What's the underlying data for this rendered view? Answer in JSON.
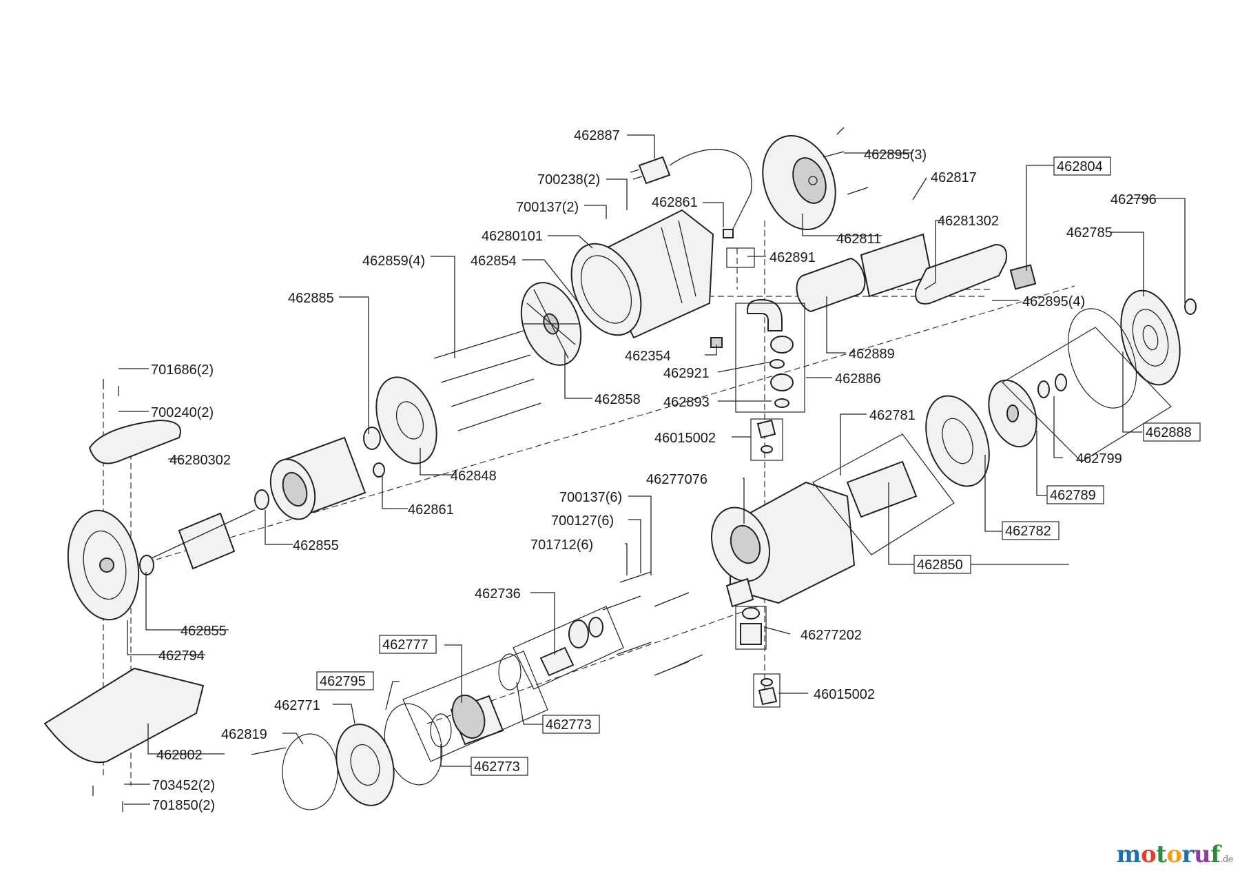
{
  "labels": {
    "l462887": "462887",
    "l462895_3": "462895(3)",
    "l700238_2": "700238(2)",
    "l462817": "462817",
    "l462804": "462804",
    "l700137_2": "700137(2)",
    "l462861_top": "462861",
    "l46281302": "46281302",
    "l462796": "462796",
    "l46280101": "46280101",
    "l462811": "462811",
    "l462785": "462785",
    "l462859_4": "462859(4)",
    "l462854": "462854",
    "l462891": "462891",
    "l462895_4": "462895(4)",
    "l462885": "462885",
    "l462354": "462354",
    "l462889": "462889",
    "l462921": "462921",
    "l462886": "462886",
    "l701686_2": "701686(2)",
    "l462858": "462858",
    "l462893": "462893",
    "l700240_2": "700240(2)",
    "l462781": "462781",
    "l462888": "462888",
    "l46015002_top": "46015002",
    "l46280302": "46280302",
    "l462799": "462799",
    "l462848": "462848",
    "l46277076": "46277076",
    "l700137_6": "700137(6)",
    "l462861_mid": "462861",
    "l462789": "462789",
    "l700127_6": "700127(6)",
    "l462782": "462782",
    "l701712_6": "701712(6)",
    "l462855_a": "462855",
    "l462850": "462850",
    "l462736": "462736",
    "l462855_b": "462855",
    "l46277202": "46277202",
    "l462777": "462777",
    "l462794": "462794",
    "l462795": "462795",
    "l46015002_bot": "46015002",
    "l462771": "462771",
    "l462773_a": "462773",
    "l462819": "462819",
    "l462802": "462802",
    "l462773_b": "462773",
    "l703452_2": "703452(2)",
    "l701850_2": "701850(2)"
  },
  "logo": {
    "m": "m",
    "o1": "o",
    "t": "t",
    "o2": "o",
    "r": "r",
    "u": "u",
    "f": "f",
    "tld": ".de"
  },
  "colors": {
    "m": "#1f6fb5",
    "o1": "#e0402a",
    "t": "#2e8b3e",
    "o2": "#f0a020",
    "r": "#1f6fb5",
    "u": "#8a3ea0",
    "f": "#2e8b3e"
  }
}
